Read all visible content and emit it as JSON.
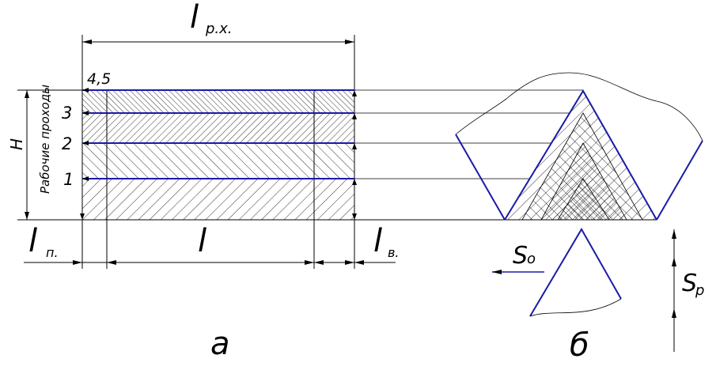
{
  "labels": {
    "l_px": "l",
    "l_px_sub": "р.х.",
    "l_p": "l",
    "l_p_sub": "п.",
    "l": "l",
    "l_v": "l",
    "l_v_sub": "в.",
    "H": "H",
    "passes_axis": "Рабочие проходы",
    "pass_45": "4,5",
    "pass_3": "3",
    "pass_2": "2",
    "pass_1": "1",
    "S_o": "S",
    "S_o_sub": "о",
    "S_p": "S",
    "S_p_sub": "р",
    "caption_a": "а",
    "caption_b": "б"
  },
  "colors": {
    "accent": "#1a1aa8",
    "line": "#000000"
  }
}
